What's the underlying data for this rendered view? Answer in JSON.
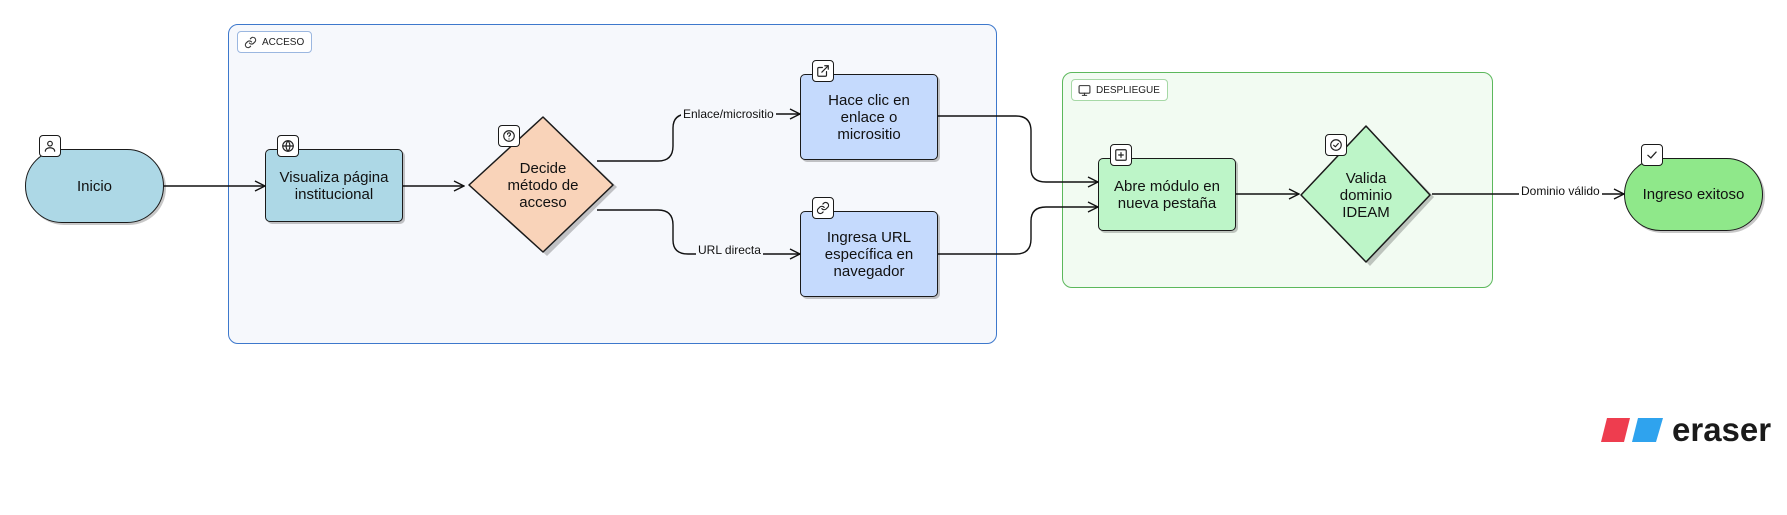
{
  "groups": {
    "acceso": {
      "tag": "ACCESO",
      "icon": "link-icon",
      "border_color": "#3d78cc"
    },
    "despliegue": {
      "tag": "DESPLIEGUE",
      "icon": "monitor-icon",
      "border_color": "#5cb85c"
    }
  },
  "nodes": {
    "inicio": {
      "label": "Inicio",
      "icon": "user-icon",
      "color": "#add8e6"
    },
    "visualiza": {
      "label": "Visualiza página institucional",
      "icon": "globe-icon",
      "color": "#add8e6"
    },
    "decide": {
      "label": "Decide método de acceso",
      "icon": "question-icon",
      "color": "#f9d3b9"
    },
    "hace_clic": {
      "label": "Hace clic en enlace o micrositio",
      "icon": "external-link-icon",
      "color": "#c5dafd"
    },
    "ingresa_url": {
      "label": "Ingresa URL específica en navegador",
      "icon": "link-icon",
      "color": "#c5dafd"
    },
    "abre_modulo": {
      "label": "Abre módulo en nueva pestaña",
      "icon": "plus-square-icon",
      "color": "#bdf5c8"
    },
    "valida": {
      "label": "Valida dominio IDEAM",
      "icon": "check-circle-icon",
      "color": "#bdf5c8"
    },
    "ingreso": {
      "label": "Ingreso exitoso",
      "icon": "check-icon",
      "color": "#8fe88a"
    }
  },
  "edges": {
    "enlace": "Enlace/micrositio",
    "url": "URL directa",
    "dominio": "Dominio válido"
  },
  "logo": {
    "text": "eraser",
    "colors": [
      "#ee3d4f",
      "#2fa3ee"
    ]
  }
}
